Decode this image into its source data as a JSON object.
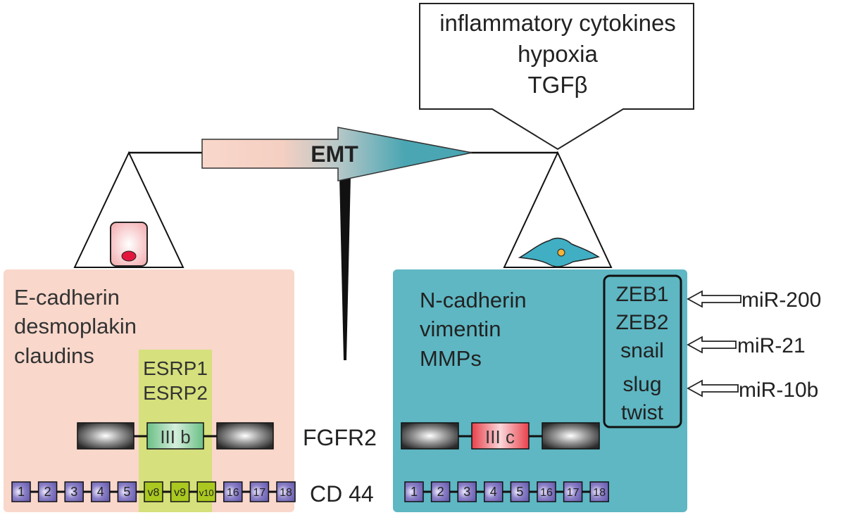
{
  "stimuli": {
    "line1": "inflammatory cytokines",
    "line2": "hypoxia",
    "line3": "TGFβ"
  },
  "emt_label": "EMT",
  "epithelial": {
    "markers": [
      "E-cadherin",
      "desmoplakin",
      "claudins"
    ],
    "esrp": [
      "ESRP1",
      "ESRP2"
    ],
    "fgfr2_isoform": "III b"
  },
  "mesenchymal": {
    "markers": [
      "N-cadherin",
      "vimentin",
      "MMPs"
    ],
    "fgfr2_isoform": "III c",
    "transcription_factors": [
      "ZEB1",
      "ZEB2",
      "snail",
      "slug",
      "twist"
    ]
  },
  "mirnas": [
    "miR-200",
    "miR-21",
    "miR-10b"
  ],
  "gene_labels": {
    "fgfr2": "FGFR2",
    "cd44": "CD 44"
  },
  "cd44_epithelial_exons": [
    "1",
    "2",
    "3",
    "4",
    "5",
    "v8",
    "v9",
    "v10",
    "16",
    "17",
    "18"
  ],
  "cd44_mesenchymal_exons": [
    "1",
    "2",
    "3",
    "4",
    "5",
    "16",
    "17",
    "18"
  ],
  "colors": {
    "epithelial_bg": "#f9d7cb",
    "mesenchymal_bg": "#5eb7c3",
    "esrp_band": "#d6e07c",
    "exon_purple": "#8a7fc6",
    "variant_exon": "#aac820",
    "iiib_green": "#8fcfa5",
    "iiic_red": "#ee6e74"
  }
}
